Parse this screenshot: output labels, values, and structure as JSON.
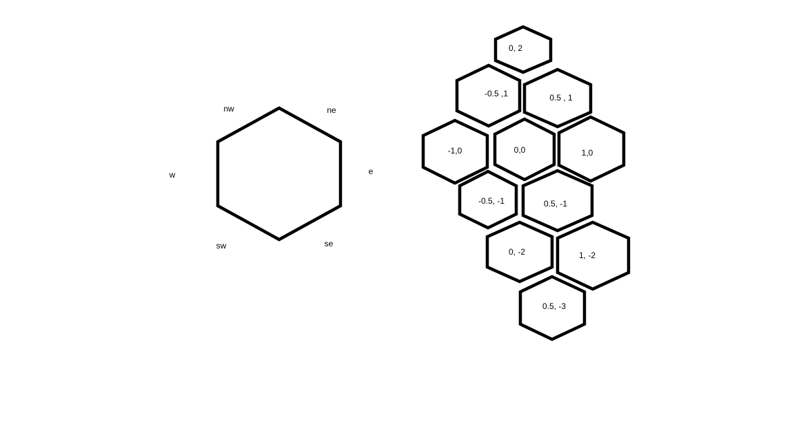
{
  "compass": {
    "nw": "nw",
    "ne": "ne",
    "w": "w",
    "e": "e",
    "sw": "sw",
    "se": "se"
  },
  "hex_grid": [
    {
      "label": "0, 2"
    },
    {
      "label": "-0.5 ,1"
    },
    {
      "label": "0.5 , 1"
    },
    {
      "label": "-1,0"
    },
    {
      "label": "0,0"
    },
    {
      "label": "1,0"
    },
    {
      "label": "-0.5, -1"
    },
    {
      "label": "0.5, -1"
    },
    {
      "label": "0, -2"
    },
    {
      "label": "1, -2"
    },
    {
      "label": "0.5, -3"
    }
  ]
}
